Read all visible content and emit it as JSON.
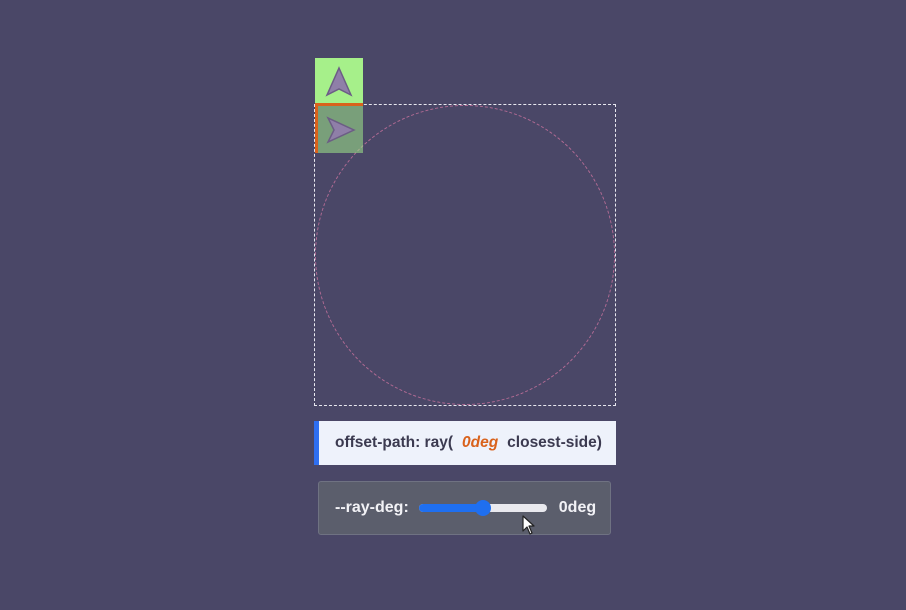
{
  "code": {
    "prefix": "offset-path: ray(",
    "value": "0deg",
    "suffix": "closest-side)"
  },
  "control": {
    "label": "--ray-deg:",
    "value_text": "0deg",
    "slider_fraction": 0.5
  },
  "colors": {
    "background": "#4a4767",
    "element": "#a6f08a",
    "accent": "#d9621c",
    "slider": "#1f6ff0",
    "code_border": "#2f6ff0"
  },
  "icons": {
    "ghost": "arrow-up-icon",
    "moving": "arrow-right-icon",
    "cursor": "mouse-pointer-icon"
  }
}
